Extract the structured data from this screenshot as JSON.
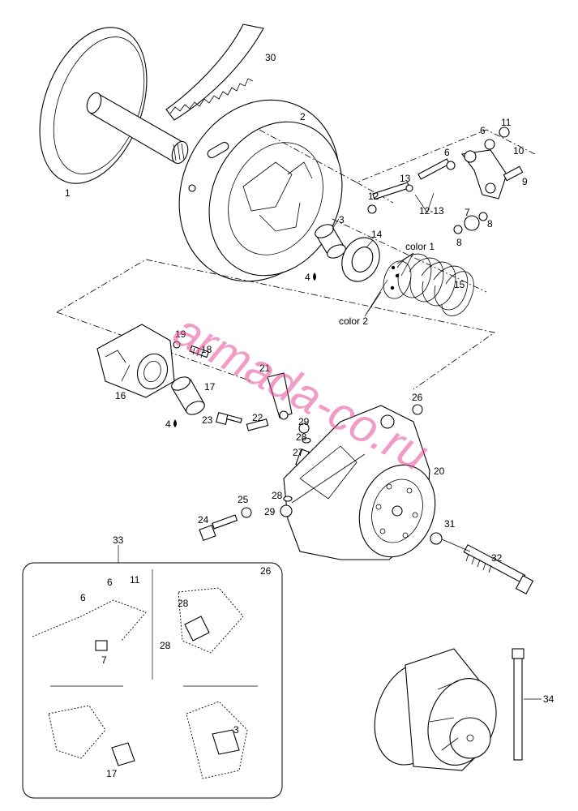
{
  "watermark": "armada-co.ru",
  "labels": {
    "p1": "1",
    "p2": "2",
    "p3": "3",
    "p4a": "4",
    "p4b": "4",
    "p6a": "6",
    "p6b": "6",
    "p7": "7",
    "p8a": "8",
    "p8b": "8",
    "p9": "9",
    "p10": "10",
    "p11": "11",
    "p12": "12",
    "p13": "13",
    "p1213": "12-13",
    "p14": "14",
    "p15": "15",
    "p16": "16",
    "p17": "17",
    "p18": "18",
    "p19": "19",
    "p20": "20",
    "p21": "21",
    "p22": "22",
    "p23": "23",
    "p24": "24",
    "p25": "25",
    "p26": "26",
    "p27": "27",
    "p28a": "28",
    "p28b": "28",
    "p29a": "29",
    "p29b": "29",
    "p30": "30",
    "p31": "31",
    "p32": "32",
    "p33": "33",
    "p34": "34",
    "color1": "color 1",
    "color2": "color 2"
  },
  "inset": {
    "p6a": "6",
    "p11": "11",
    "p6b": "6",
    "p7": "7",
    "p26": "26",
    "p28a": "28",
    "p28b": "28",
    "p3": "3",
    "p17": "17"
  }
}
